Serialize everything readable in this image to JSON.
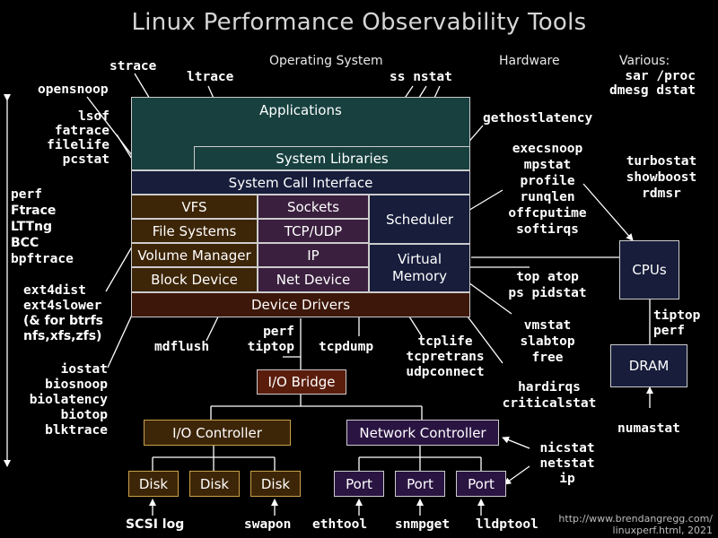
{
  "title": "Linux Performance Observability Tools",
  "headers": {
    "os": "Operating System",
    "hardware": "Hardware",
    "various": "Various:"
  },
  "various_tools": [
    "sar /proc",
    "dmesg dstat"
  ],
  "layers": {
    "applications": "Applications",
    "system_libraries": "System Libraries",
    "syscall_interface": "System Call Interface",
    "vfs": "VFS",
    "sockets": "Sockets",
    "scheduler": "Scheduler",
    "file_systems": "File Systems",
    "tcp_udp": "TCP/UDP",
    "volume_manager": "Volume Manager",
    "ip": "IP",
    "virtual_memory": [
      "Virtual",
      "Memory"
    ],
    "block_device": "Block Device",
    "net_device": "Net Device",
    "device_drivers": "Device Drivers"
  },
  "hardware": {
    "io_bridge": "I/O Bridge",
    "io_controller": "I/O Controller",
    "network_controller": "Network Controller",
    "disks": [
      "Disk",
      "Disk",
      "Disk"
    ],
    "ports": [
      "Port",
      "Port",
      "Port"
    ],
    "cpus": "CPUs",
    "dram": "DRAM"
  },
  "tools": {
    "strace": "strace",
    "ltrace": "ltrace",
    "ss_nstat": "ss nstat",
    "opensnoop": "opensnoop",
    "lsof_group": [
      "lsof",
      "fatrace",
      "filelife",
      "pcstat"
    ],
    "tracers": [
      "perf",
      "Ftrace",
      "LTTng",
      "BCC",
      "bpftrace"
    ],
    "ext4_group": [
      "ext4dist",
      "ext4slower"
    ],
    "ext4_note": [
      "(& for btrfs",
      "nfs,xfs,zfs)"
    ],
    "iostat_group": [
      "iostat",
      "biosnoop",
      "biolatency",
      "biotop",
      "blktrace"
    ],
    "mdflush": "mdflush",
    "perf_tiptop": [
      "perf",
      "tiptop"
    ],
    "tcpdump": "tcpdump",
    "tcplife_group": [
      "tcplife",
      "tcpretrans",
      "udpconnect"
    ],
    "gethostlatency": "gethostlatency",
    "sched_group": [
      "execsnoop",
      "mpstat",
      "profile",
      "runqlen",
      "offcputime",
      "softirqs"
    ],
    "cpu_group": [
      "turbostat",
      "showboost",
      "rdmsr"
    ],
    "top_group": [
      "top atop",
      "ps pidstat"
    ],
    "vm_group": [
      "vmstat",
      "slabtop",
      "free"
    ],
    "irq_group": [
      "hardirqs",
      "criticalstat"
    ],
    "tiptop_perf": [
      "tiptop",
      "perf"
    ],
    "numastat": "numastat",
    "nic_group": [
      "nicstat",
      "netstat",
      "ip"
    ],
    "scsi_log": "SCSI log",
    "swapon": "swapon",
    "ethtool": "ethtool",
    "snmpget": "snmpget",
    "lldptool": "lldptool"
  },
  "footer": [
    "http://www.brendangregg.com/",
    "linuxperf.html, 2021"
  ]
}
